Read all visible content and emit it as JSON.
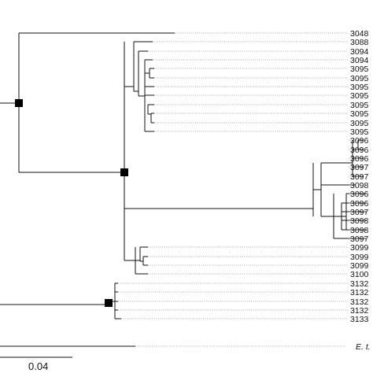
{
  "tree": {
    "line_color": "#111111",
    "guide_color": "#8a8a8a",
    "node_marker_color": "#000000",
    "scale_bar": {
      "label": "0.04"
    },
    "leaves": [
      "3048",
      "3088",
      "3094",
      "3094",
      "3095",
      "3095",
      "3095",
      "3095",
      "3095",
      "3095",
      "3095",
      "3095",
      "3096",
      "3096",
      "3096",
      "3097",
      "3097",
      "3098",
      "3096",
      "3096",
      "3097",
      "3098",
      "3098",
      "3097",
      "3099",
      "3099",
      "3099",
      "3100",
      "3132",
      "3132",
      "3132",
      "3132",
      "3133",
      "E. t."
    ]
  }
}
